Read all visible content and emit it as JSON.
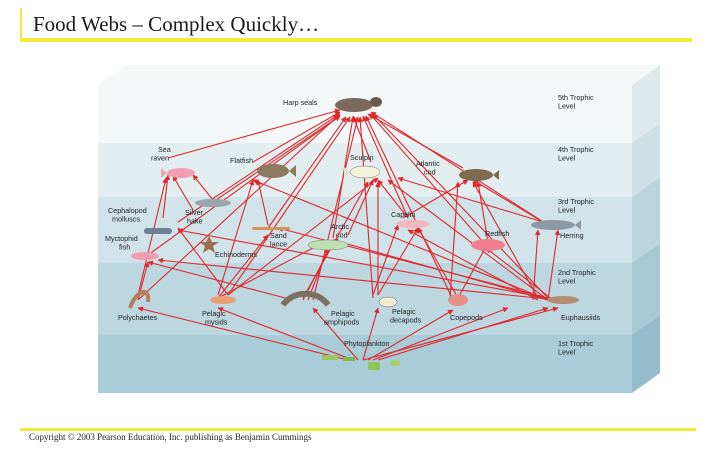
{
  "slide": {
    "title": "Food Webs – Complex Quickly…",
    "copyright": "Copyright © 2003 Pearson Education, Inc. publishing as Benjamin Cummings"
  },
  "levels": {
    "l5": [
      "5th Trophic",
      "Level"
    ],
    "l4": [
      "4th Trophic",
      "Level"
    ],
    "l3": [
      "3rd Trophic",
      "Level"
    ],
    "l2": [
      "2nd Trophic",
      "Level"
    ],
    "l1": [
      "1st Trophic",
      "Level"
    ]
  },
  "organisms": {
    "harp_seals": [
      "Harp seals"
    ],
    "sea_raven": [
      "Sea",
      "raven"
    ],
    "flatfish": [
      "Flatfish"
    ],
    "sculpin": [
      "Sculpin"
    ],
    "atlantic_cod": [
      "Atlantic",
      "cod"
    ],
    "cephalopod_molluscs": [
      "Cephalopod",
      "molluscs"
    ],
    "silver_hake": [
      "Silver",
      "hake"
    ],
    "myctophid_fish": [
      "Myctophid",
      "fish"
    ],
    "sand_lance": [
      "Sand",
      "lance"
    ],
    "echinoderms": [
      "Echinoderms"
    ],
    "arctic_cod": [
      "Arctic",
      "cod"
    ],
    "capelin": [
      "Capelin"
    ],
    "redfish": [
      "Redfish"
    ],
    "herring": [
      "Herring"
    ],
    "polychaetes": [
      "Polychaetes"
    ],
    "pelagic_mysids": [
      "Pelagic",
      "mysids"
    ],
    "pelagic_amphipods": [
      "Pelagic",
      "amphipods"
    ],
    "pelagic_decapods": [
      "Pelagic",
      "decapods"
    ],
    "copepods": [
      "Copepods"
    ],
    "euphausiids": [
      "Euphausiids"
    ],
    "phytoplankton": [
      "Phytoplankton"
    ]
  },
  "colors": {
    "arrow": "#e0262b",
    "accent_rule": "#f2ea3a"
  }
}
